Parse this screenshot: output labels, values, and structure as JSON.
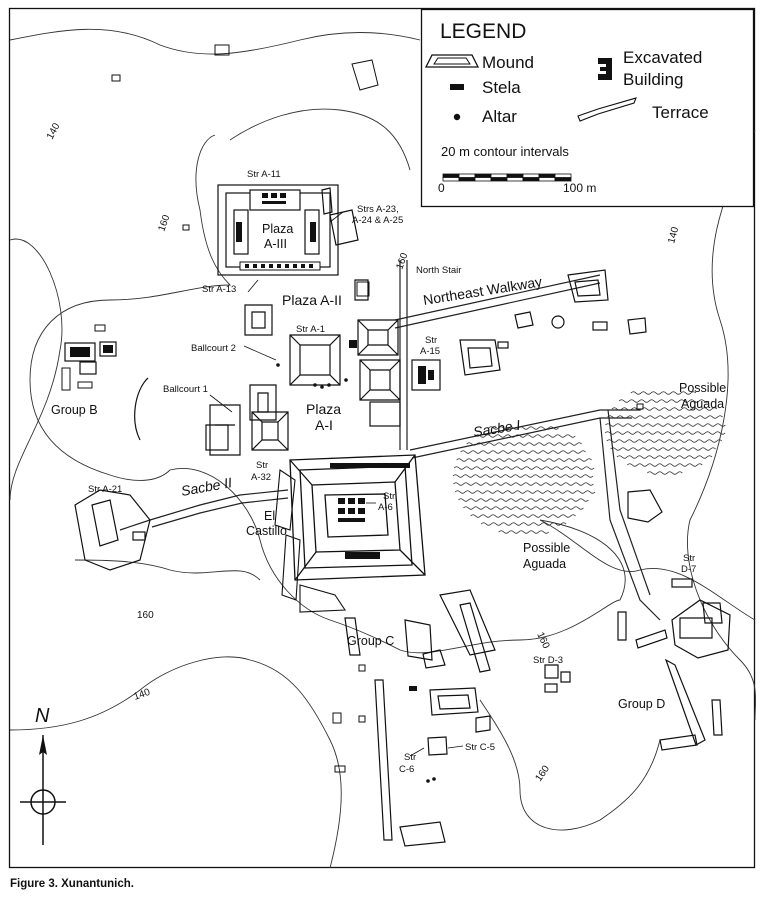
{
  "caption": "Figure 3.  Xunantunich.",
  "legend": {
    "title": "LEGEND",
    "mound": "Mound",
    "stela": "Stela",
    "altar": "Altar",
    "excavated_1": "Excavated",
    "excavated_2": "Building",
    "terrace": "Terrace",
    "contour_note": "20 m contour intervals",
    "scale_start": "0",
    "scale_end": "100 m"
  },
  "contours": {
    "c140_nw": "140",
    "c160_n": "160",
    "c160_center": "160",
    "c140_ne": "140",
    "c160_sw": "160",
    "c160_mid": "160",
    "c160_se": "160",
    "c140_sw": "140"
  },
  "labels": {
    "str_a11": "Str A-11",
    "plaza_a3_1": "Plaza",
    "plaza_a3_2": "A-III",
    "strs_a23_1": "Strs A-23,",
    "strs_a23_2": "A-24 & A-25",
    "str_a13": "Str A-13",
    "north_stair": "North Stair",
    "plaza_a2": "Plaza A-II",
    "northeast_walkway": "Northeast Walkway",
    "str_a1": "Str A-1",
    "ballcourt2": "Ballcourt 2",
    "str_a15_1": "Str",
    "str_a15_2": "A-15",
    "ballcourt1": "Ballcourt 1",
    "plaza_a1_1": "Plaza",
    "plaza_a1_2": "A-I",
    "group_b": "Group B",
    "possible_aguada_ne_1": "Possible",
    "possible_aguada_ne_2": "Aguada",
    "sacbe1": "Sacbe I",
    "str_a32_1": "Str",
    "str_a32_2": "A-32",
    "sacbe2": "Sacbe II",
    "str_a21": "Str A-21",
    "str_a6_1": "Str",
    "str_a6_2": "A-6",
    "el_castillo_1": "El",
    "el_castillo_2": "Castillo",
    "possible_aguada_c_1": "Possible",
    "possible_aguada_c_2": "Aguada",
    "str_d7_1": "Str",
    "str_d7_2": "D-7",
    "group_c": "Group C",
    "str_d3": "Str D-3",
    "group_d": "Group D",
    "north": "N",
    "str_c5": "Str C-5",
    "str_c6_1": "Str",
    "str_c6_2": "C-6"
  }
}
